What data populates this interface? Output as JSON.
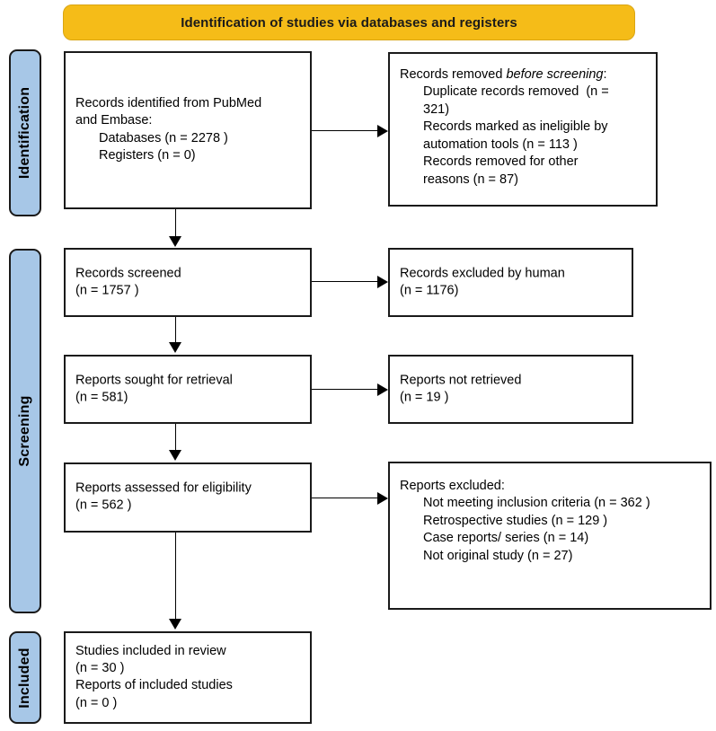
{
  "diagram": {
    "title": "Identification of studies via databases and registers",
    "colors": {
      "banner": "#F5BC18",
      "phase_tab": "#A7C7E7",
      "border": "#1a1a1a",
      "background": "#ffffff"
    }
  },
  "phases": [
    {
      "id": "identification",
      "label": "Identification"
    },
    {
      "id": "screening",
      "label": "Screening"
    },
    {
      "id": "included",
      "label": "Included"
    }
  ],
  "boxes": {
    "records_identified": {
      "lines": [
        "Records identified from PubMed",
        "and Embase:",
        "Databases (n = 2278 )",
        "Registers (n = 0)"
      ]
    },
    "records_removed": {
      "lead": "Records removed ",
      "lead_italic": "before screening",
      "lead_tail": ":",
      "lines": [
        "Duplicate records removed  (n =",
        "321)",
        "Records marked as ineligible by",
        "automation tools (n = 113 )",
        "Records removed for other",
        "reasons (n = 87)"
      ]
    },
    "records_screened": {
      "lines": [
        "Records screened",
        "(n = 1757 )"
      ]
    },
    "records_excluded": {
      "lines": [
        "Records excluded by human",
        "(n = 1176)"
      ]
    },
    "reports_sought": {
      "lines": [
        "Reports sought for retrieval",
        "(n = 581)"
      ]
    },
    "reports_not_retrieved": {
      "lines": [
        "Reports not retrieved",
        "(n = 19 )"
      ]
    },
    "reports_assessed": {
      "lines": [
        "Reports assessed for eligibility",
        "(n = 562 )"
      ]
    },
    "reports_excluded": {
      "heading": "Reports excluded:",
      "lines": [
        "Not meeting inclusion criteria (n = 362 )",
        "Retrospective studies (n = 129 )",
        "Case reports/ series (n = 14)",
        "Not original study (n = 27)"
      ]
    },
    "studies_included": {
      "lines": [
        "Studies included in review",
        "(n = 30 )",
        "Reports of included studies",
        "(n = 0 )"
      ]
    }
  },
  "connectors": [
    {
      "id": "identified-to-removed",
      "type": "horizontal-arrow"
    },
    {
      "id": "identified-to-screened",
      "type": "vertical-arrow"
    },
    {
      "id": "screened-to-excluded",
      "type": "horizontal-arrow"
    },
    {
      "id": "screened-to-sought",
      "type": "vertical-arrow"
    },
    {
      "id": "sought-to-not-retrieved",
      "type": "horizontal-arrow"
    },
    {
      "id": "sought-to-assessed",
      "type": "vertical-arrow"
    },
    {
      "id": "assessed-to-excluded",
      "type": "horizontal-arrow"
    },
    {
      "id": "assessed-to-included",
      "type": "vertical-arrow"
    }
  ]
}
